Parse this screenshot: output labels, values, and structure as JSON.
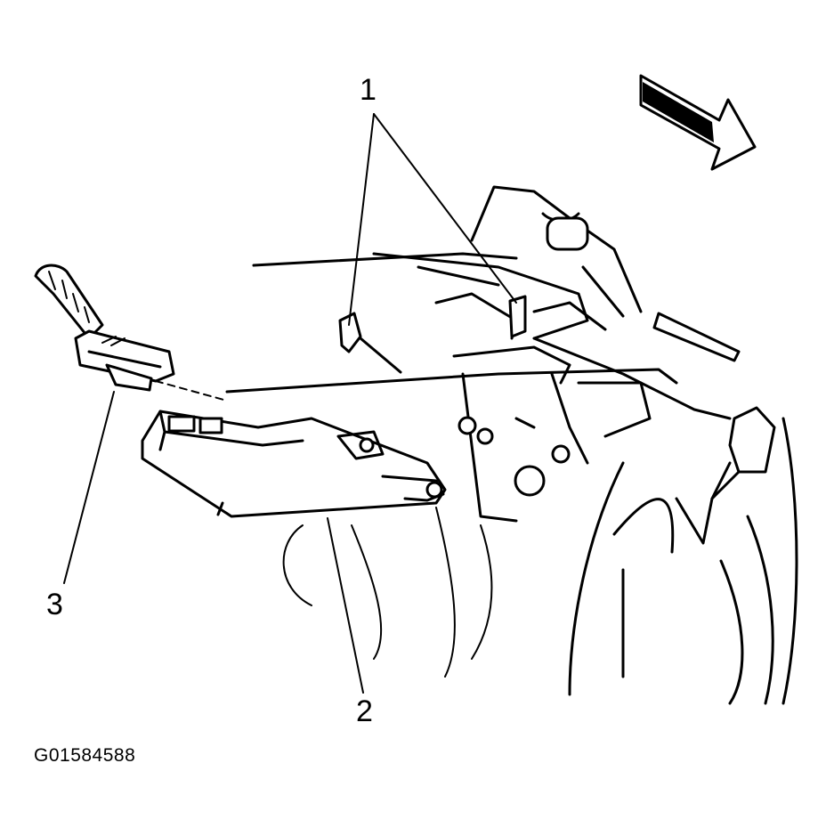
{
  "diagram": {
    "callouts": [
      {
        "id": "1",
        "label": "1"
      },
      {
        "id": "2",
        "label": "2"
      },
      {
        "id": "3",
        "label": "3"
      }
    ],
    "figure_id": "G01584588",
    "icons": [
      "direction-arrow-icon"
    ]
  }
}
